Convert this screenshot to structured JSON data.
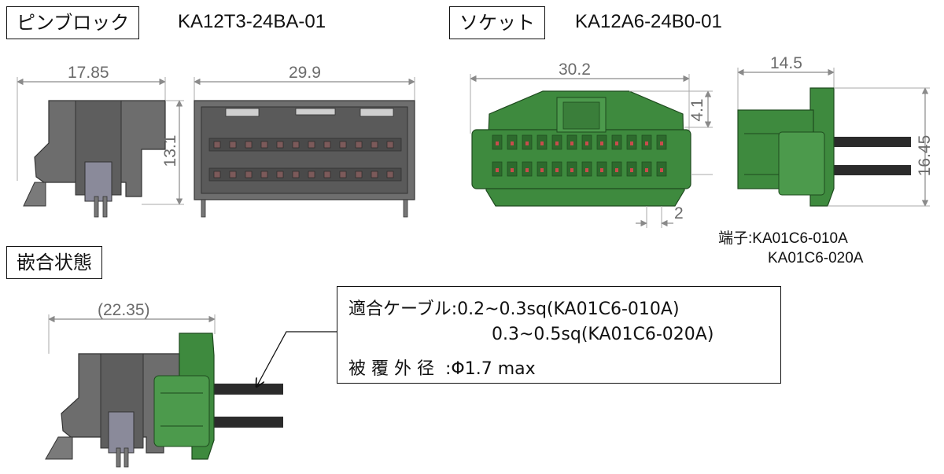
{
  "pin_block": {
    "label": "ピンブロック",
    "part_number": "KA12T3-24BA-01"
  },
  "socket": {
    "label": "ソケット",
    "part_number": "KA12A6-24B0-01"
  },
  "mated": {
    "label": "嵌合状態"
  },
  "dimensions": {
    "pin_side_width": "17.85",
    "pin_height": "13.1",
    "pin_front_width": "29.9",
    "socket_width": "30.2",
    "socket_upper": "4.1",
    "socket_side_width": "14.5",
    "socket_side_height": "16.45",
    "socket_pitch": "2",
    "mated_length": "(22.35)"
  },
  "terminal": {
    "label": "端子:",
    "part_1": "KA01C6-010A",
    "part_2": "KA01C6-020A"
  },
  "spec": {
    "cable_label": "適合ケーブル",
    "cable_value_1": ":0.2~0.3sq(KA01C6-010A)",
    "cable_value_2": "0.3~0.5sq(KA01C6-020A)",
    "jacket_label": "被 覆 外 径",
    "jacket_value": ":Φ1.7 max"
  },
  "colors": {
    "pin_body": "#6b6b6b",
    "socket_body": "#3e8a3e",
    "cable": "#2b2b2b",
    "dim_line": "#8a8a8a"
  }
}
